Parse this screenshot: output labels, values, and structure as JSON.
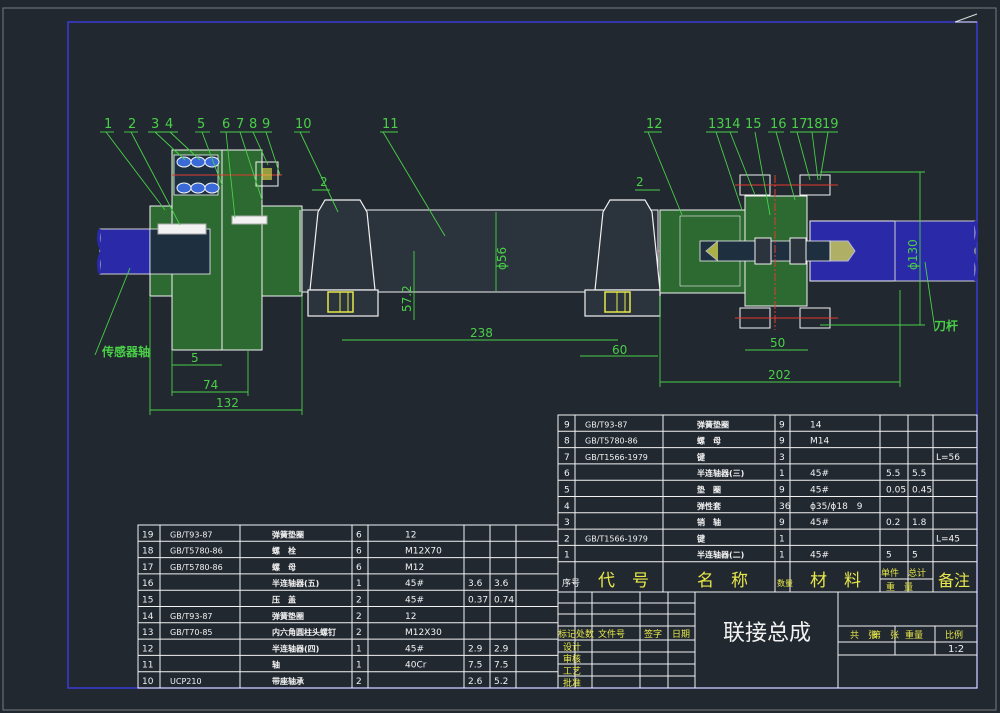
{
  "colors": {
    "background": "#212830",
    "frame": "#3a3ad8",
    "white": "#f2f2f2",
    "green": "#49d047",
    "red": "#e23a2e",
    "blue": "#2a2aa8",
    "yellow": "#e8e84a"
  },
  "callouts": [
    "1",
    "2",
    "3",
    "4",
    "5",
    "6",
    "7",
    "8",
    "9",
    "10",
    "11",
    "12",
    "13",
    "14",
    "15",
    "16",
    "17",
    "18",
    "19"
  ],
  "dimensions": {
    "d_5": "5",
    "d_74": "74",
    "d_132": "132",
    "d_57_2": "57.2",
    "d_56": "ϕ56",
    "d_238": "238",
    "d_60": "60",
    "d_2_left": "2",
    "d_2_right": "2",
    "d_50": "50",
    "d_202": "202",
    "d_130": "ϕ130"
  },
  "labels": {
    "sensor_shaft": "传感器轴",
    "tool_holder": "刀杆"
  },
  "bom_upper": [
    {
      "no": "9",
      "code": "GB/T93-87",
      "name": "弹簧垫圈",
      "qty": "9",
      "material": "14",
      "w1": "",
      "w2": "",
      "note": ""
    },
    {
      "no": "8",
      "code": "GB/T5780-86",
      "name": "螺　母",
      "qty": "9",
      "material": "M14",
      "w1": "",
      "w2": "",
      "note": ""
    },
    {
      "no": "7",
      "code": "GB/T1566-1979",
      "name": "键",
      "qty": "3",
      "material": "",
      "w1": "",
      "w2": "",
      "note": "L=56"
    },
    {
      "no": "6",
      "code": "",
      "name": "半连轴器(三)",
      "qty": "1",
      "material": "45#",
      "w1": "5.5",
      "w2": "5.5",
      "note": ""
    },
    {
      "no": "5",
      "code": "",
      "name": "垫　圈",
      "qty": "9",
      "material": "45#",
      "w1": "0.05",
      "w2": "0.45",
      "note": ""
    },
    {
      "no": "4",
      "code": "",
      "name": "弹性套",
      "qty": "36",
      "material": "ϕ35/ϕ18　9",
      "w1": "",
      "w2": "",
      "note": ""
    },
    {
      "no": "3",
      "code": "",
      "name": "销　轴",
      "qty": "9",
      "material": "45#",
      "w1": "0.2",
      "w2": "1.8",
      "note": ""
    },
    {
      "no": "2",
      "code": "GB/T1566-1979",
      "name": "键",
      "qty": "1",
      "material": "",
      "w1": "",
      "w2": "",
      "note": "L=45"
    },
    {
      "no": "1",
      "code": "",
      "name": "半连轴器(二)",
      "qty": "1",
      "material": "45#",
      "w1": "5",
      "w2": "5",
      "note": ""
    }
  ],
  "bom_header": {
    "no": "序号",
    "code": "代　号",
    "name": "名　称",
    "qty": "数量",
    "material": "材　料",
    "unit": "单件",
    "total": "总计",
    "weight": "重　量",
    "note": "备注"
  },
  "bom_lower": [
    {
      "no": "19",
      "code": "GB/T93-87",
      "name": "弹簧垫圈",
      "qty": "6",
      "material": "12",
      "w1": "",
      "w2": ""
    },
    {
      "no": "18",
      "code": "GB/T5780-86",
      "name": "螺　栓",
      "qty": "6",
      "material": "M12X70",
      "w1": "",
      "w2": ""
    },
    {
      "no": "17",
      "code": "GB/T5780-86",
      "name": "螺　母",
      "qty": "6",
      "material": "M12",
      "w1": "",
      "w2": ""
    },
    {
      "no": "16",
      "code": "",
      "name": "半连轴器(五)",
      "qty": "1",
      "material": "45#",
      "w1": "3.6",
      "w2": "3.6"
    },
    {
      "no": "15",
      "code": "",
      "name": "压　盖",
      "qty": "2",
      "material": "45#",
      "w1": "0.37",
      "w2": "0.74"
    },
    {
      "no": "14",
      "code": "GB/T93-87",
      "name": "弹簧垫圈",
      "qty": "2",
      "material": "12",
      "w1": "",
      "w2": ""
    },
    {
      "no": "13",
      "code": "GB/T70-85",
      "name": "内六角圆柱头螺钉",
      "qty": "2",
      "material": "M12X30",
      "w1": "",
      "w2": ""
    },
    {
      "no": "12",
      "code": "",
      "name": "半连轴器(四)",
      "qty": "1",
      "material": "45#",
      "w1": "2.9",
      "w2": "2.9"
    },
    {
      "no": "11",
      "code": "",
      "name": "轴",
      "qty": "1",
      "material": "40Cr",
      "w1": "7.5",
      "w2": "7.5"
    },
    {
      "no": "10",
      "code": "UCP210",
      "name": "带座轴承",
      "qty": "2",
      "material": "",
      "w1": "2.6",
      "w2": "5.2"
    }
  ],
  "title_block": {
    "title": "联接总成",
    "mark": "标记",
    "count": "处数",
    "file_no": "文件号",
    "sign": "签字",
    "date": "日期",
    "design": "设计",
    "check": "审核",
    "craft": "工艺",
    "approve": "批准",
    "total_sheets": "共　张",
    "sheet_no": "第　张",
    "weight": "重量",
    "scale": "比例",
    "scale_value": "1:2"
  }
}
